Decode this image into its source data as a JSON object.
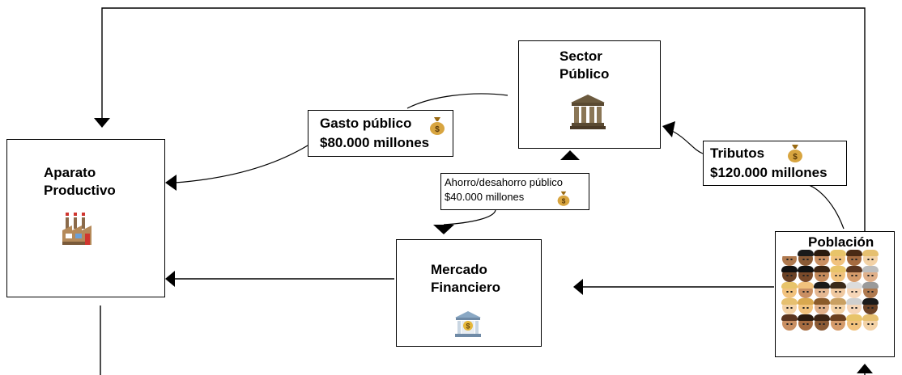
{
  "nodes": {
    "aparato": {
      "line1": "Aparato",
      "line2": "Productivo",
      "icon": "factory-icon"
    },
    "sector": {
      "line1": "Sector",
      "line2": "Público",
      "icon": "classical-building-icon"
    },
    "mercado": {
      "line1": "Mercado",
      "line2": "Financiero",
      "icon": "bank-icon"
    },
    "poblacion": {
      "title": "Población",
      "icon": "people-grid-icon"
    }
  },
  "flows": {
    "gasto": {
      "title": "Gasto público",
      "amount": "$80.000 millones",
      "icon": "money-bag-icon"
    },
    "tributos": {
      "title": "Tributos",
      "amount": "$120.000 millones",
      "icon": "money-bag-icon"
    },
    "ahorro": {
      "title": "Ahorro/desahorro público",
      "amount": "$40.000 millones",
      "icon": "money-bag-icon"
    }
  },
  "colors": {
    "line": "#000000",
    "bag": "#d8a540",
    "bag_dark": "#9a6a12"
  },
  "people": [
    {
      "skin": "#b07a4f",
      "hair": "#ffffff"
    },
    {
      "skin": "#8a5a35",
      "hair": "#1a1a1a"
    },
    {
      "skin": "#c98f62",
      "hair": "#2a1a0e"
    },
    {
      "skin": "#f1c27d",
      "hair": "#e8c46a"
    },
    {
      "skin": "#a56b40",
      "hair": "#4a2a14"
    },
    {
      "skin": "#f3d2a6",
      "hair": "#e6c070"
    },
    {
      "skin": "#6b4226",
      "hair": "#111111"
    },
    {
      "skin": "#7a4a2a",
      "hair": "#111111"
    },
    {
      "skin": "#c48a5c",
      "hair": "#3a2414"
    },
    {
      "skin": "#f1c27d",
      "hair": "#e8c46a"
    },
    {
      "skin": "#d59b6b",
      "hair": "#5a3520"
    },
    {
      "skin": "#e0b08a",
      "hair": "#bdbdbd"
    },
    {
      "skin": "#f1c27d",
      "hair": "#e8c46a"
    },
    {
      "skin": "#c98f62",
      "hair": "#f1c27d"
    },
    {
      "skin": "#e5b892",
      "hair": "#1a1a1a"
    },
    {
      "skin": "#f0c9a0",
      "hair": "#3a2a1a"
    },
    {
      "skin": "#f6d6b8",
      "hair": "#dcdcdc"
    },
    {
      "skin": "#b07a4f",
      "hair": "#9a9a9a"
    },
    {
      "skin": "#f3d2a6",
      "hair": "#e6c070"
    },
    {
      "skin": "#f1c27d",
      "hair": "#d9a84f"
    },
    {
      "skin": "#e0b08a",
      "hair": "#8a5a2a"
    },
    {
      "skin": "#f3d2a6",
      "hair": "#c9a062"
    },
    {
      "skin": "#f6d6b8",
      "hair": "#cfcfcf"
    },
    {
      "skin": "#6b4226",
      "hair": "#1a1a1a"
    },
    {
      "skin": "#c98f62",
      "hair": "#5a3520"
    },
    {
      "skin": "#a56b40",
      "hair": "#2a1a0e"
    },
    {
      "skin": "#8a5a35",
      "hair": "#3a2414"
    },
    {
      "skin": "#d59b6b",
      "hair": "#6a4020"
    },
    {
      "skin": "#f1c27d",
      "hair": "#e8c46a"
    },
    {
      "skin": "#f3d2a6",
      "hair": "#e6c070"
    }
  ]
}
